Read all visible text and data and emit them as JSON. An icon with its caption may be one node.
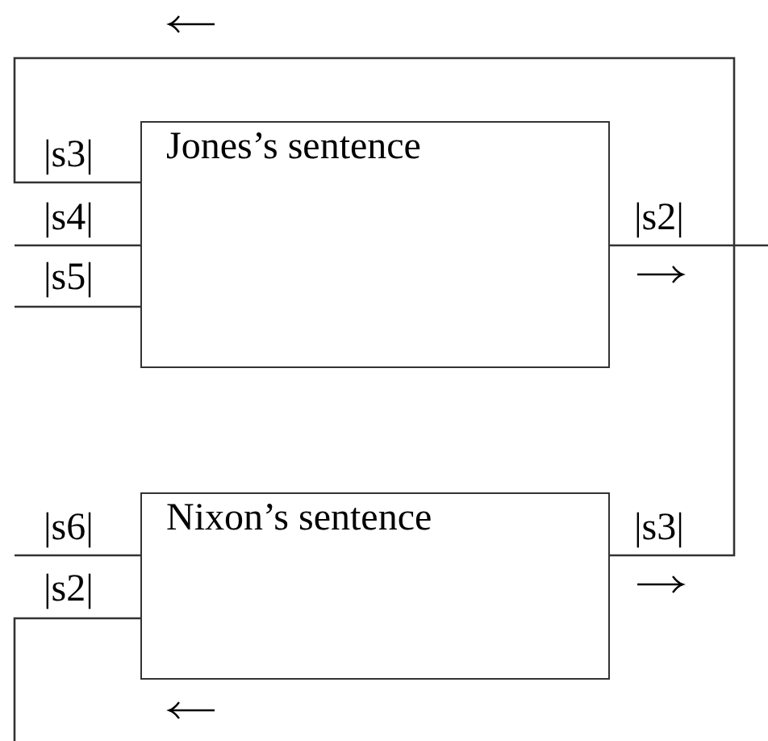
{
  "diagram": {
    "nodes": [
      {
        "text": [
          "Jones’s sentence"
        ]
      },
      {
        "text": [
          "Nixon’s sentence"
        ]
      }
    ],
    "edges": [
      {
        "from": 1,
        "to": 0,
        "arrow": "none"
      },
      {
        "from": null,
        "to": 0,
        "arrow": "none"
      },
      {
        "from": null,
        "to": 0,
        "arrow": "none"
      },
      {
        "from": 0,
        "to": null,
        "arrow": "none"
      },
      {
        "from": null,
        "to": 1,
        "arrow": "none"
      },
      {
        "from": null,
        "to": 1,
        "arrow": "none"
      }
    ],
    "labels": [
      "|s3|",
      "|s4|",
      "|s2|",
      "|s5|",
      "|s6|",
      "|s3|",
      "|s2|"
    ]
  }
}
